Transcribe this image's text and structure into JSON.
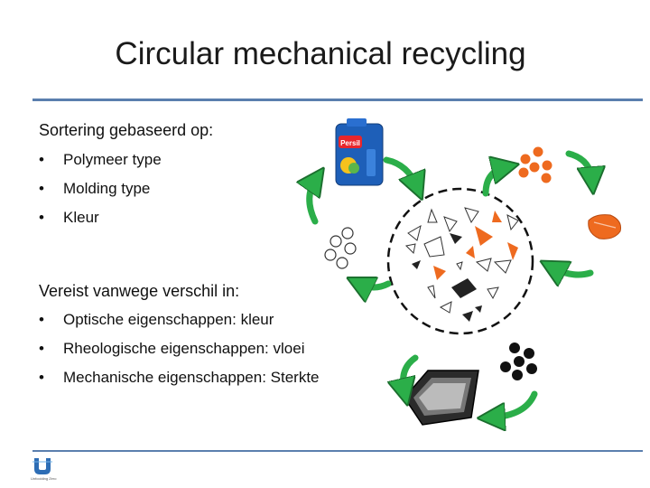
{
  "slide": {
    "title": "Circular mechanical recycling",
    "section1": {
      "heading": "Sortering gebaseerd op:",
      "items": [
        "Polymeer type",
        "Molding type",
        "Kleur"
      ]
    },
    "section2": {
      "heading": "Vereist vanwege verschil in:",
      "items": [
        "Optische eigenschappen: kleur",
        "Rheologische eigenschappen: vloei",
        "Mechanische eigenschappen: Sterkte"
      ]
    },
    "bullet": "•",
    "product_label": "Persil",
    "logo_text": "Unfoolding Zero"
  },
  "colors": {
    "accent_rule": "#5b7fae",
    "arrow_green": "#2bae49",
    "orange": "#ee6a1f",
    "dark": "#222222"
  }
}
